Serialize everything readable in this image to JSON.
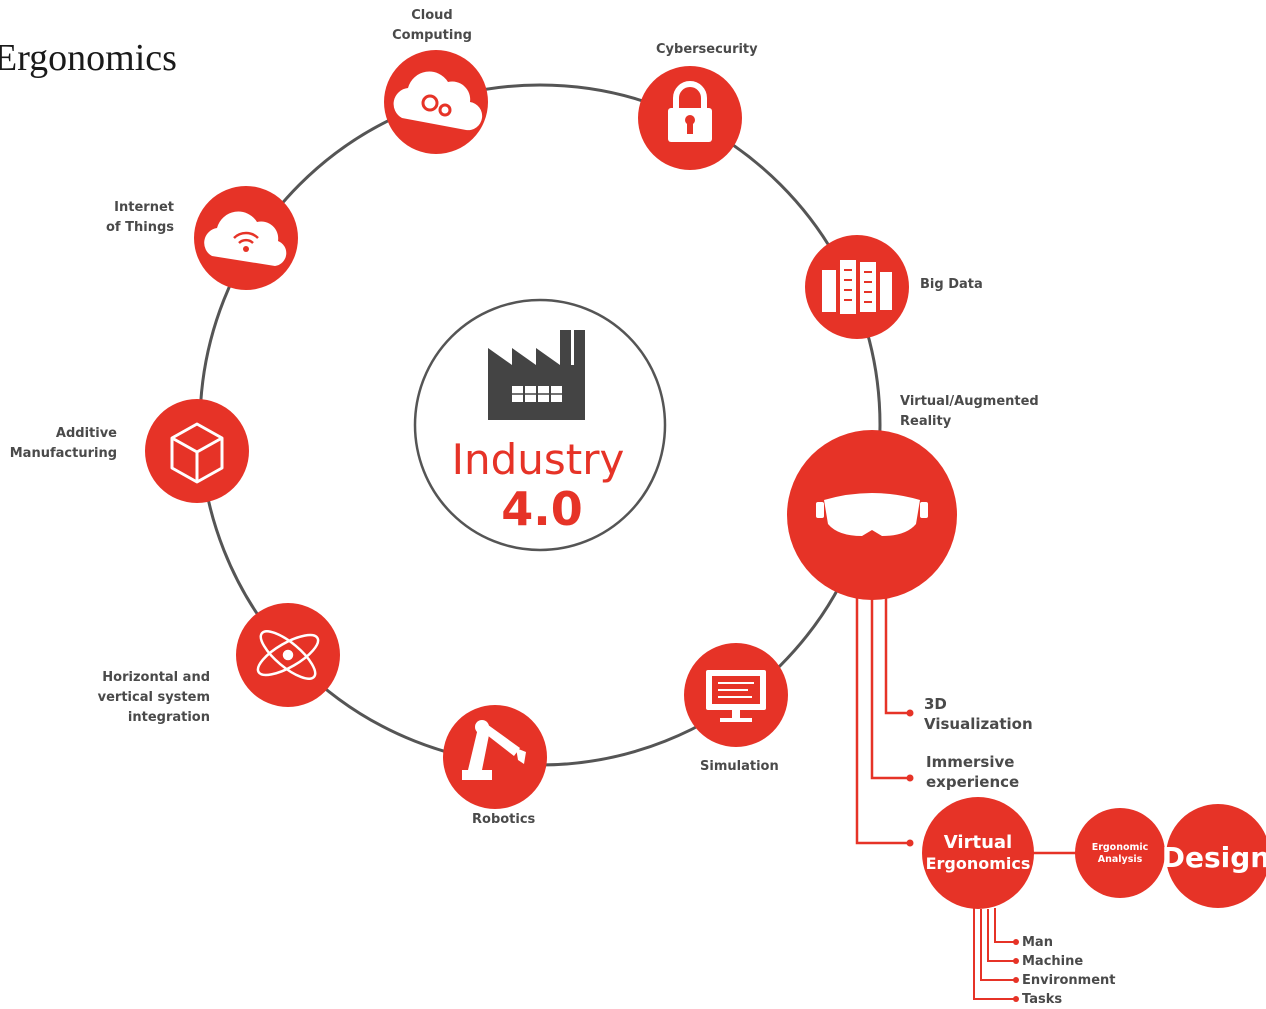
{
  "colors": {
    "brand": "#e63327",
    "ring": "#555555",
    "text": "#4a4a4a",
    "factory": "#444444"
  },
  "page_title": "Ergonomics",
  "center": {
    "line1": "Industry",
    "line2": "4.0",
    "icon": "factory-icon"
  },
  "nodes": {
    "cloud": {
      "label_line1": "Cloud",
      "label_line2": "Computing",
      "icon": "cloud-gears-icon"
    },
    "cyber": {
      "label": "Cybersecurity",
      "icon": "padlock-icon"
    },
    "iot": {
      "label_line1": "Internet",
      "label_line2": "of Things",
      "icon": "cloud-wifi-icon"
    },
    "bigdata": {
      "label": "Big Data",
      "icon": "server-racks-icon"
    },
    "additive": {
      "label_line1": "Additive",
      "label_line2": "Manufacturing",
      "icon": "cube-icon"
    },
    "vr": {
      "label_line1": "Virtual/Augmented",
      "label_line2": "Reality",
      "icon": "vr-goggles-icon"
    },
    "integration": {
      "label_line1": "Horizontal and",
      "label_line2": "vertical system",
      "label_line3": "integration",
      "icon": "atom-icon"
    },
    "robotics": {
      "label": "Robotics",
      "icon": "robot-arm-icon"
    },
    "simulation": {
      "label": "Simulation",
      "icon": "monitor-icon"
    }
  },
  "vr_branches": {
    "b1": {
      "line1": "3D",
      "line2": "Visualization"
    },
    "b2": {
      "line1": "Immersive",
      "line2": "experience"
    },
    "b3": {
      "line1": "Virtual",
      "line2": "Ergonomics"
    }
  },
  "ergonomics_chain": {
    "analysis_line1": "Ergonomic",
    "analysis_line2": "Analysis",
    "design": "Design"
  },
  "factors": [
    "Man",
    "Machine",
    "Environment",
    "Tasks"
  ]
}
